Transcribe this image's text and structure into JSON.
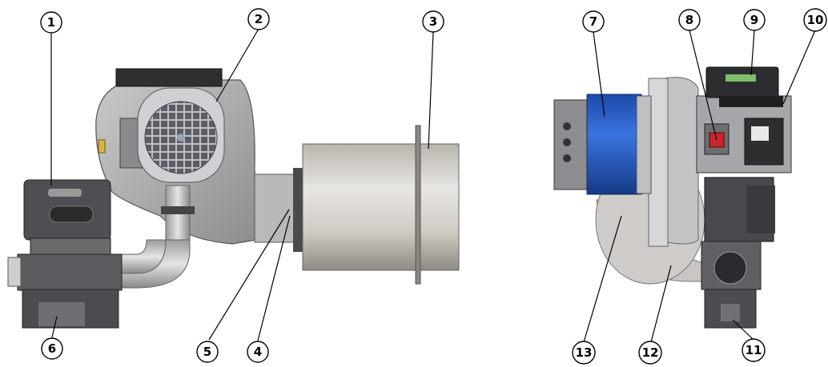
{
  "callouts": [
    {
      "id": "1",
      "label": "1"
    },
    {
      "id": "2",
      "label": "2"
    },
    {
      "id": "3",
      "label": "3"
    },
    {
      "id": "4",
      "label": "4"
    },
    {
      "id": "5",
      "label": "5"
    },
    {
      "id": "6",
      "label": "6"
    },
    {
      "id": "7",
      "label": "7"
    },
    {
      "id": "8",
      "label": "8"
    },
    {
      "id": "9",
      "label": "9"
    },
    {
      "id": "10",
      "label": "10"
    },
    {
      "id": "11",
      "label": "11"
    },
    {
      "id": "12",
      "label": "12"
    },
    {
      "id": "13",
      "label": "13"
    }
  ],
  "colors": {
    "motor_blue": "#2b5fc4",
    "housing_gray": "#a9a9ab",
    "dark_block": "#3c3c3e",
    "tube_light": "#d9d6d2",
    "switch_red": "#c8262a",
    "display_green": "#7fbf6a"
  }
}
